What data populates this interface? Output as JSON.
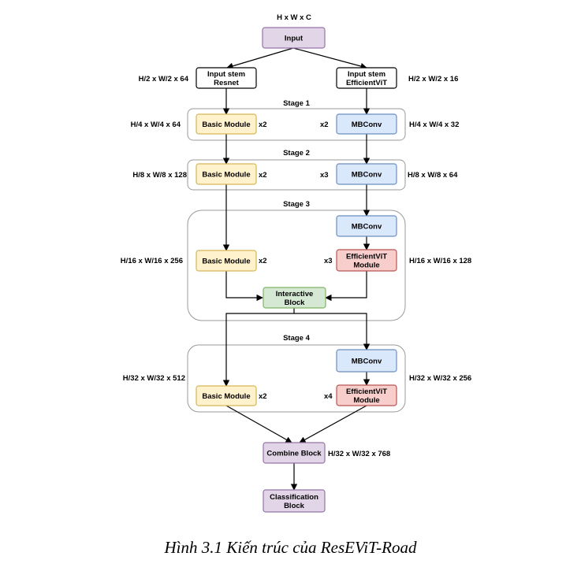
{
  "input_shape": "H x W x C",
  "nodes": {
    "input": "Input",
    "stem_resnet": [
      "Input stem",
      "Resnet"
    ],
    "stem_evit": [
      "Input stem",
      "EfficientViT"
    ],
    "s1_basic": "Basic Module",
    "s1_mb": "MBConv",
    "s2_basic": "Basic Module",
    "s2_mb": "MBConv",
    "s3_mb": "MBConv",
    "s3_basic": "Basic Module",
    "s3_evit": [
      "EfficientViT",
      "Module"
    ],
    "interactive": [
      "Interactive",
      "Block"
    ],
    "s4_mb": "MBConv",
    "s4_basic": "Basic Module",
    "s4_evit": [
      "EfficientViT",
      "Module"
    ],
    "combine": "Combine Block",
    "classification": [
      "Classification",
      "Block"
    ]
  },
  "stages": [
    "Stage 1",
    "Stage 2",
    "Stage 3",
    "Stage 4"
  ],
  "multipliers": {
    "s1_left": "x2",
    "s1_right": "x2",
    "s2_left": "x2",
    "s2_right": "x3",
    "s3_left": "x2",
    "s3_right": "x3",
    "s4_left": "x2",
    "s4_right": "x4"
  },
  "shapes": {
    "stem_left": "H/2 x W/2 x 64",
    "stem_right": "H/2 x W/2 x 16",
    "s1_left": "H/4 x W/4 x 64",
    "s1_right": "H/4 x W/4 x 32",
    "s2_left": "H/8 x W/8 x 128",
    "s2_right": "H/8 x W/8 x 64",
    "s3_left": "H/16 x W/16 x 256",
    "s3_right": "H/16 x W/16 x 128",
    "s4_left": "H/32 x W/32 x 512",
    "s4_right": "H/32 x W/32 x 256",
    "combine": "H/32 x W/32 x 768"
  },
  "colors": {
    "purple_fill": "#e1d5e7",
    "purple_stroke": "#9673a6",
    "yellow_fill": "#fff2cc",
    "yellow_stroke": "#d6b656",
    "blue_fill": "#dae8fc",
    "blue_stroke": "#6c8ebf",
    "red_fill": "#f8cecc",
    "red_stroke": "#b85450",
    "green_fill": "#d5e8d4",
    "green_stroke": "#82b366",
    "stage_stroke": "#999999"
  },
  "caption": "Hình 3.1 Kiến trúc của ResEViT-Road"
}
